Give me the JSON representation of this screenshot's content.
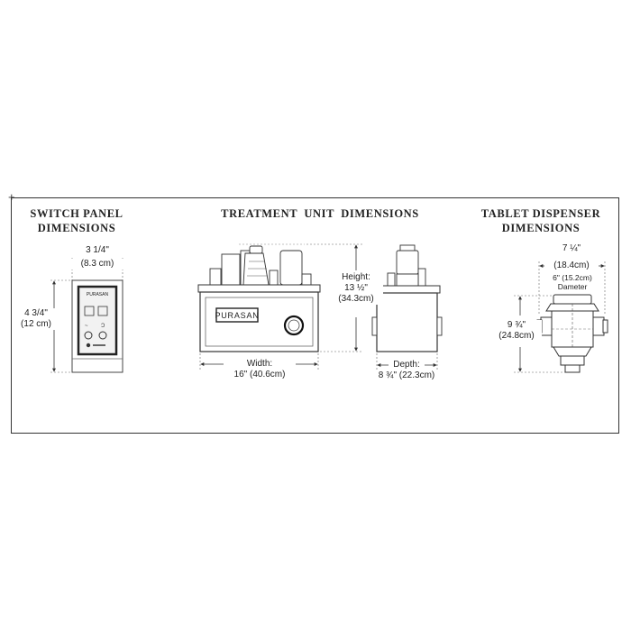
{
  "switch_panel": {
    "heading_line1": "SWITCH PANEL",
    "heading_line2": "DIMENSIONS",
    "width_in": "3 1/4\"",
    "width_cm": "(8.3 cm)",
    "height_in": "4 3/4\"",
    "height_cm": "(12 cm)",
    "brand_small": "PURASAN"
  },
  "treatment_unit": {
    "heading": "TREATMENT  UNIT  DIMENSIONS",
    "brand": "PURASAN",
    "height_label": "Height:",
    "height_in": "13 ½\"",
    "height_cm": "(34.3cm)",
    "width_label": "Width:",
    "width_value": "16\" (40.6cm)",
    "depth_label": "Depth:",
    "depth_value": "8 ¾\" (22.3cm)"
  },
  "tablet_dispenser": {
    "heading_line1": "TABLET DISPENSER",
    "heading_line2": "DIMENSIONS",
    "width_in": "7 ¼\"",
    "width_cm": "(18.4cm)",
    "diameter_value": "6\" (15.2cm)",
    "diameter_label": "Dameter",
    "height_in": "9 ¾\"",
    "height_cm": "(24.8cm)"
  }
}
